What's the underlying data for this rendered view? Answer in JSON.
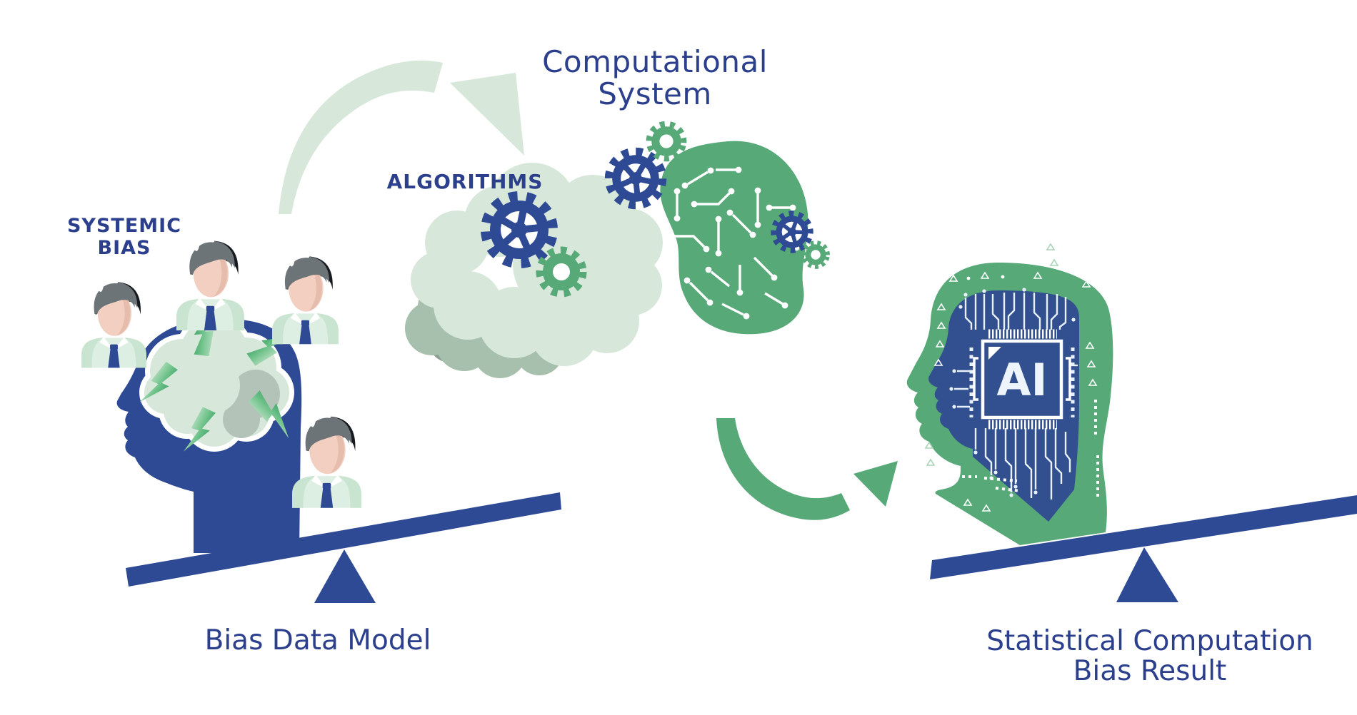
{
  "stage_left": {
    "tag_line1": "SYSTEMIC",
    "tag_line2": "BIAS",
    "caption": "Bias Data Model"
  },
  "stage_center": {
    "title_line1": "Computational",
    "title_line2": "System",
    "tag": "ALGORITHMS"
  },
  "stage_right": {
    "chip": "AI",
    "caption_line1": "Statistical Computation",
    "caption_line2": "Bias Result"
  },
  "colors": {
    "text_blue": "#2b3f8c",
    "shape_blue": "#2e4a94",
    "ai_head_blue": "#32508f",
    "green": "#57a978",
    "pale_green": "#d7e8db",
    "sage_shadow": "#a7bfad",
    "bolt_green": "#57b87c",
    "skin": "#f2cfc0",
    "hair_gray": "#6d7478",
    "white": "#ffffff"
  },
  "icons": {
    "left_head": "human-head-silhouette-icon",
    "brain": "brain-cloud-icon",
    "bolts": "lightning-bolt-icon",
    "avatars": "person-avatar-icon",
    "gears": "gear-icon",
    "cloud": "thought-cloud-icon",
    "circuit": "circuit-board-icon",
    "arrow_pale": "curved-arrow-icon",
    "arrow_green": "curved-arrow-icon",
    "ai_head": "ai-chip-head-icon",
    "seesaw": "seesaw-balance-icon"
  }
}
